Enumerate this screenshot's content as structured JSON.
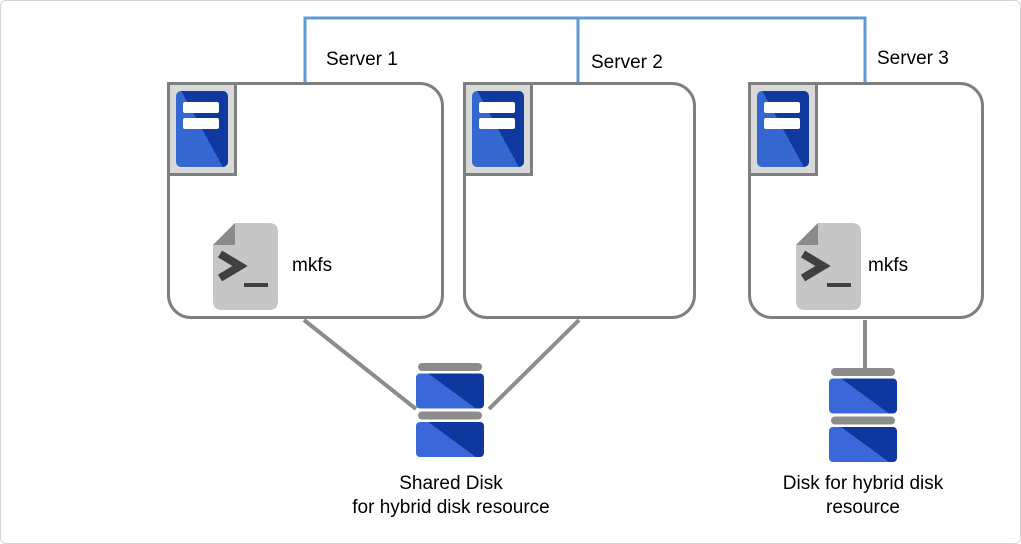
{
  "colors": {
    "canvas_border_gray": "#d4d4d4",
    "network_line_blue": "#5b9bd5",
    "connector_gray": "#8c8c8c",
    "box_border_gray": "#7f7f7f",
    "icon_frame_gray": "#d9d9d9",
    "server_icon_blue_light": "#3567d1",
    "server_icon_blue_dark": "#10399f",
    "disk_blue_light": "#3a68d8",
    "disk_blue_dark": "#0e37a0",
    "script_page_gray": "#c6c6c6",
    "script_fold_gray": "#8a8a8a",
    "script_glyph_gray": "#3f4042",
    "text_color": "#000000"
  },
  "servers": [
    {
      "label": "Server 1",
      "mkfs_label": "mkfs"
    },
    {
      "label": "Server 2"
    },
    {
      "label": "Server 3",
      "mkfs_label": "mkfs"
    }
  ],
  "shared_disk": {
    "label_line1": "Shared Disk",
    "label_line2": "for hybrid disk resource"
  },
  "hybrid_disk": {
    "label_line1": "Disk for hybrid disk",
    "label_line2": "resource"
  },
  "icons": {
    "server": "server-tower-icon",
    "script": "shell-script-icon",
    "disk": "stacked-disk-icon"
  }
}
